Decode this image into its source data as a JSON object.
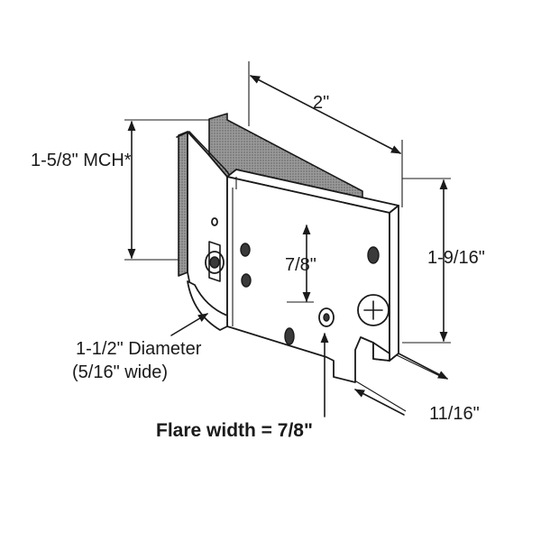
{
  "diagram": {
    "labels": {
      "width_top": "2\"",
      "mch": "1-5/8\" MCH*",
      "height_right": "1-9/16\"",
      "inner_height": "7/8\"",
      "diameter": "1-1/2\" Diameter",
      "diameter_width": "(5/16\" wide)",
      "depth": "11/16\"",
      "flare": "Flare width = 7/8\""
    }
  }
}
